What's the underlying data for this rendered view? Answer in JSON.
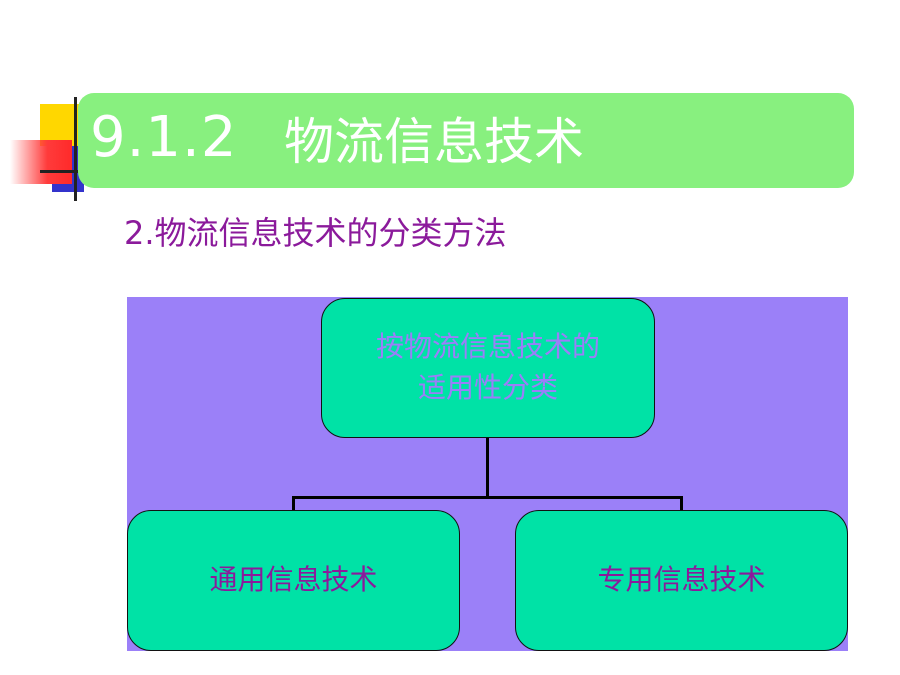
{
  "slide": {
    "section_number": "9.1.2",
    "section_title": "物流信息技术",
    "subtitle": "2.物流信息技术的分类方法"
  },
  "diagram": {
    "root": {
      "label": "按物流信息技术的适用性分类"
    },
    "children": [
      {
        "label": "通用信息技术"
      },
      {
        "label": "专用信息技术"
      }
    ]
  },
  "colors": {
    "title_bar": "#88f07f",
    "panel": "#9b80f8",
    "node_fill": "#00e2a6",
    "node_text_root": "#9b7ef8",
    "node_text_child": "#8b1a9b",
    "subtitle_text": "#8b1a9b"
  }
}
